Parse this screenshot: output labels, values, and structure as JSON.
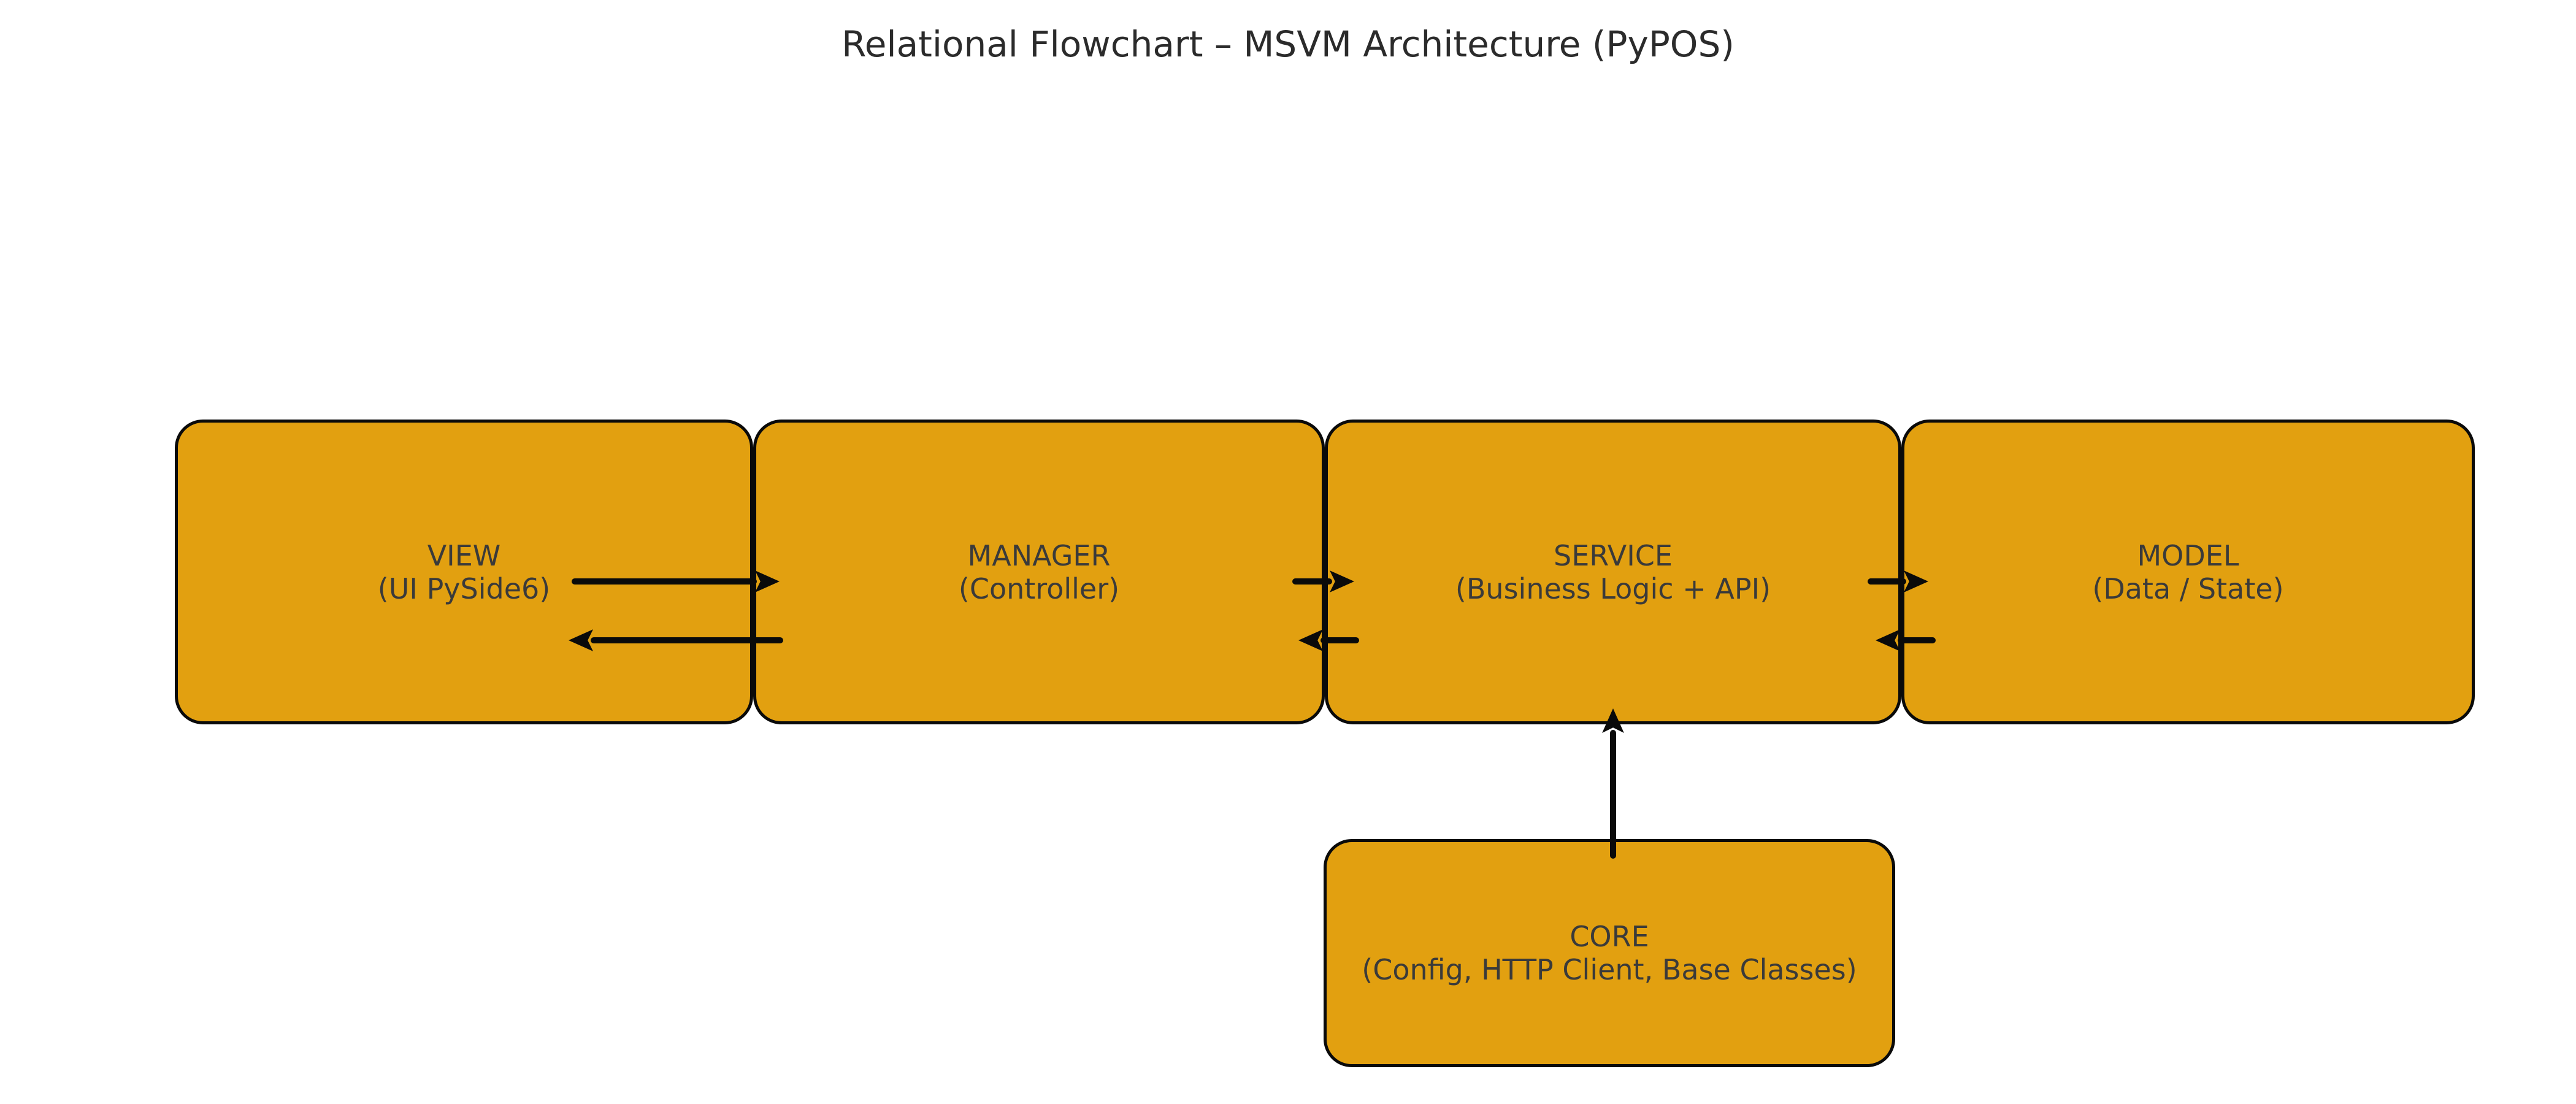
{
  "title": "Relational Flowchart – MSVM Architecture (PyPOS)",
  "nodes": [
    {
      "id": "view",
      "label": "VIEW",
      "sublabel": "(UI PySide6)"
    },
    {
      "id": "manager",
      "label": "MANAGER",
      "sublabel": "(Controller)"
    },
    {
      "id": "service",
      "label": "SERVICE",
      "sublabel": "(Business Logic + API)"
    },
    {
      "id": "model",
      "label": "MODEL",
      "sublabel": "(Data / State)"
    },
    {
      "id": "core",
      "label": "CORE",
      "sublabel": "(Config, HTTP Client, Base Classes)"
    }
  ],
  "edges": [
    {
      "from": "VIEW",
      "to": "MANAGER",
      "direction": "right"
    },
    {
      "from": "MANAGER",
      "to": "VIEW",
      "direction": "left"
    },
    {
      "from": "MANAGER",
      "to": "SERVICE",
      "direction": "right"
    },
    {
      "from": "SERVICE",
      "to": "MANAGER",
      "direction": "left"
    },
    {
      "from": "SERVICE",
      "to": "MODEL",
      "direction": "right"
    },
    {
      "from": "MODEL",
      "to": "SERVICE",
      "direction": "left"
    },
    {
      "from": "CORE",
      "to": "SERVICE",
      "direction": "up"
    }
  ],
  "colors": {
    "background": "#FFFFFF",
    "box_fill": "#E2A010",
    "box_border": "#0A0A0A",
    "arrow": "#0A0A0A",
    "node_text": "#3A3A3A",
    "title_text": "#2B2B2B"
  }
}
